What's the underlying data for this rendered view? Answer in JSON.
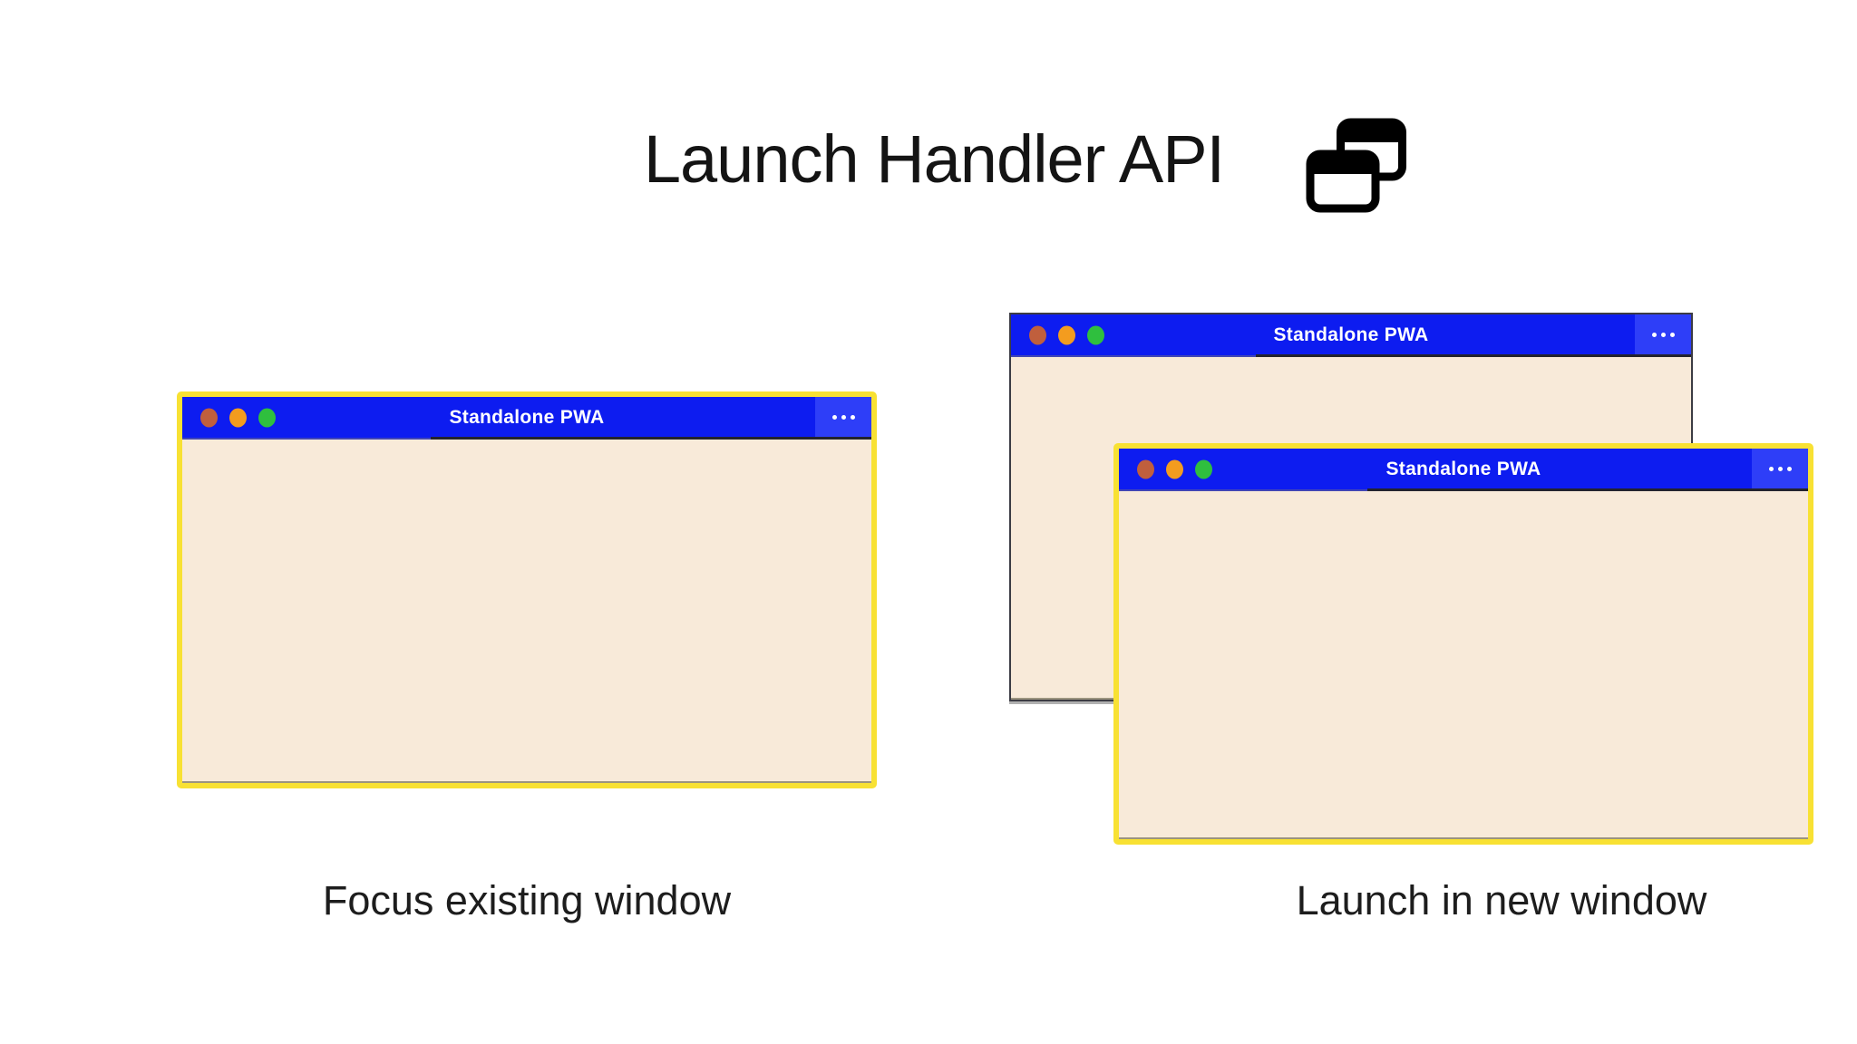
{
  "header": {
    "title": "Launch Handler API",
    "icon": "overlapping-windows-icon"
  },
  "colors": {
    "titlebar_blue": "#0d1cf0",
    "menu_area_blue": "#2e3ef8",
    "window_background": "#f8ead9",
    "highlight_yellow": "#f8e133",
    "plain_border_gray": "#3c3c44",
    "dot_red": "#c05f3d",
    "dot_orange": "#f39c1f",
    "dot_green": "#2fbf3e",
    "text_dark": "#1d1d1d"
  },
  "panels": [
    {
      "caption": "Focus existing window",
      "windows": [
        {
          "title": "Standalone PWA",
          "highlighted": true,
          "traffic_lights": [
            "red-dot",
            "orange-dot",
            "green-dot"
          ],
          "menu_icon": "ellipsis-menu-icon"
        }
      ]
    },
    {
      "caption": "Launch in new window",
      "windows": [
        {
          "title": "Standalone PWA",
          "highlighted": false,
          "traffic_lights": [
            "red-dot",
            "orange-dot",
            "green-dot"
          ],
          "menu_icon": "ellipsis-menu-icon"
        },
        {
          "title": "Standalone PWA",
          "highlighted": true,
          "traffic_lights": [
            "red-dot",
            "orange-dot",
            "green-dot"
          ],
          "menu_icon": "ellipsis-menu-icon"
        }
      ]
    }
  ]
}
